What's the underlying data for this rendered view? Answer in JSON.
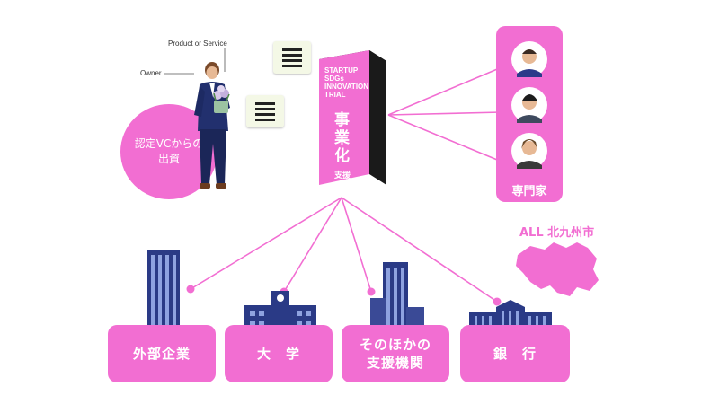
{
  "owner": {
    "label": "Owner",
    "product_label": "Product or Service"
  },
  "vc_circle": {
    "text": "認定VCからの\n出資"
  },
  "tower": {
    "line1": "STARTUP",
    "line2": "SDGs",
    "line3": "INNOVATION",
    "line4": "TRIAL",
    "main": "事\n業\n化",
    "sub": "支援"
  },
  "experts": {
    "label": "専門家"
  },
  "city": {
    "label": "ALL 北九州市"
  },
  "partners": [
    {
      "label": "外部企業"
    },
    {
      "label": "大　学"
    },
    {
      "label": "そのほかの\n支援機関"
    },
    {
      "label": "銀　行"
    }
  ],
  "colors": {
    "pink": "#f26ed2",
    "tower_dark": "#1a1a1a",
    "navy": "#24306d"
  }
}
